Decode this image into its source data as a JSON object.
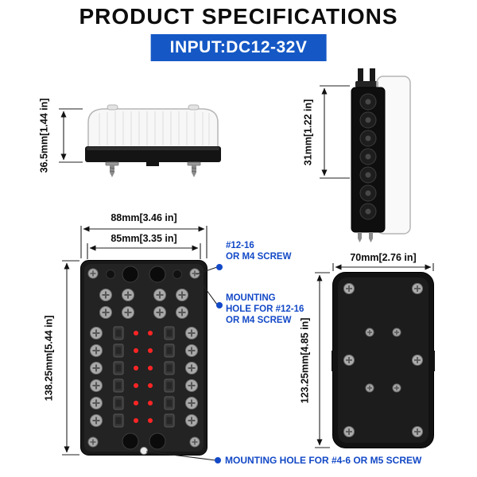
{
  "header": {
    "title": "PRODUCT SPECIFICATIONS",
    "input_label": "INPUT:DC12-32V"
  },
  "dimensions": {
    "side_height": "36.5mm[1.44 in]",
    "edge_height": "31mm[1.22 in]",
    "front_width_outer": "88mm[3.46 in]",
    "front_width_inner": "85mm[3.35 in]",
    "front_height": "138.25mm[5.44 in]",
    "back_width": "70mm[2.76 in]",
    "back_height": "123.25mm[4.85 in]"
  },
  "annotations": {
    "screw_note": [
      "#12-16",
      "OR M4 SCREW"
    ],
    "mounting_note": [
      "MOUNTING",
      "HOLE FOR #12-16",
      "OR M4 SCREW"
    ],
    "bottom_note": "MOUNTING HOLE FOR #4-6 OR M5 SCREW"
  },
  "colors": {
    "banner_blue": "#1558c5",
    "annotation_blue": "#1349c7",
    "led_red": "#ff2525",
    "housing_black": "#191919"
  }
}
